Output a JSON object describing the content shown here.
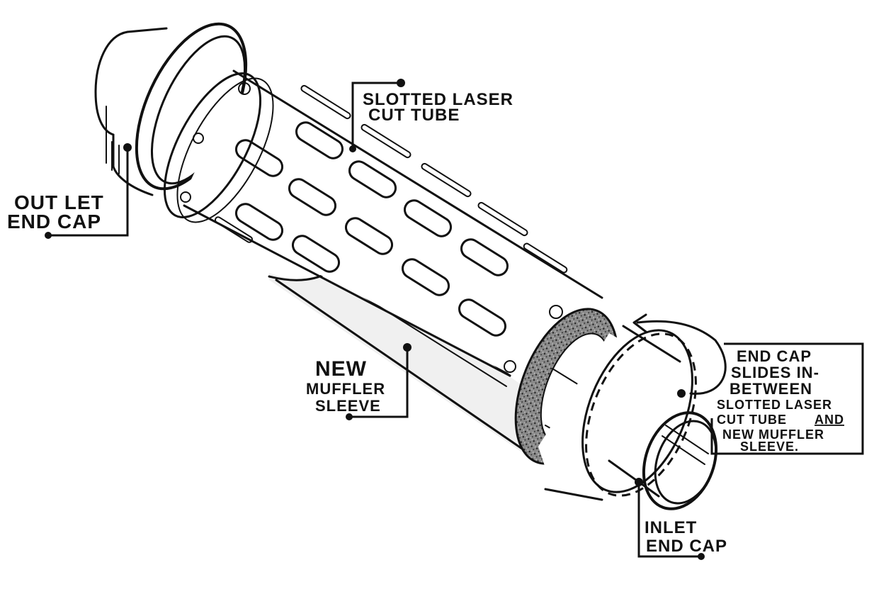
{
  "labels": {
    "slotted_tube": [
      "SLOTTED LASER",
      "CUT TUBE"
    ],
    "outlet_cap": [
      "OUT LET",
      "END CAP"
    ],
    "new_sleeve": [
      "NEW",
      "MUFFLER",
      "SLEEVE"
    ],
    "end_cap_note": [
      "END CAP",
      "SLIDES IN-",
      "BETWEEN",
      "SLOTTED LASER",
      "CUT TUBE",
      "AND",
      "NEW MUFFLER",
      "SLEEVE."
    ],
    "inlet_cap": [
      "INLET",
      "END CAP"
    ]
  },
  "colors": {
    "ink": "#111111",
    "sleeve_shade": "#d9d9d9",
    "packing": "#555555",
    "paper": "#ffffff"
  }
}
